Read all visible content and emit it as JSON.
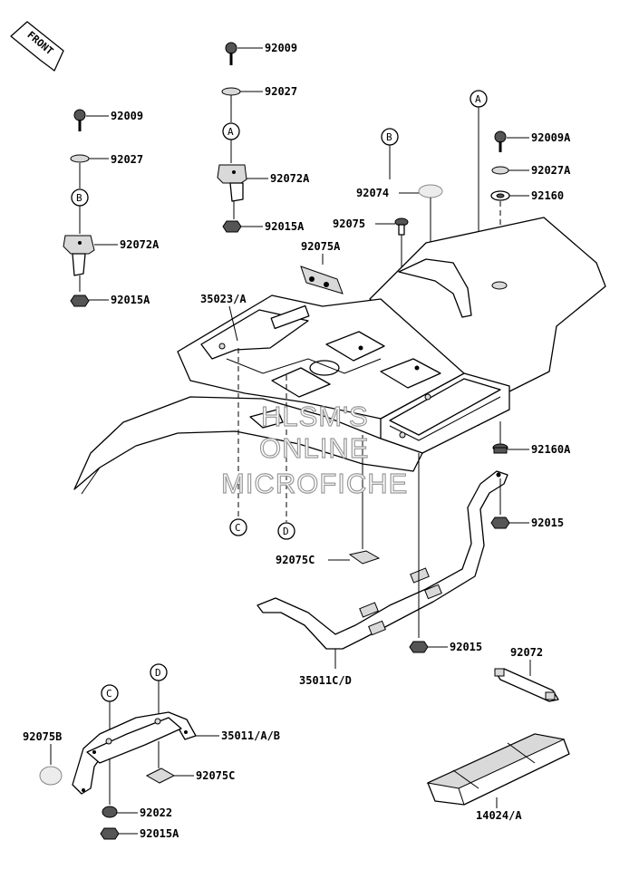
{
  "front_label": "FRONT",
  "parts": {
    "p1": "92009",
    "p2": "92027",
    "p3": "92072A",
    "p4": "92015A",
    "p5": "92009",
    "p6": "92027",
    "p7": "92072A",
    "p8": "92015A",
    "p9": "92074",
    "p10": "92075",
    "p11": "92075A",
    "p12": "35023/A",
    "p13": "92009A",
    "p14": "92027A",
    "p15": "92160",
    "p16": "92160A",
    "p17": "92015",
    "p18": "92075C",
    "p19": "35011C/D",
    "p20": "92015",
    "p21": "92072",
    "p22": "92075B",
    "p23": "35011/A/B",
    "p24": "92075C",
    "p25": "92022",
    "p26": "92015A",
    "p27": "14024/A"
  },
  "callouts": {
    "A1": "A",
    "A2": "A",
    "B1": "B",
    "B2": "B",
    "C1": "C",
    "C2": "C",
    "D1": "D",
    "D2": "D"
  },
  "watermark": [
    "HLSM'S",
    "ONLINE",
    "MICROFICHE"
  ]
}
